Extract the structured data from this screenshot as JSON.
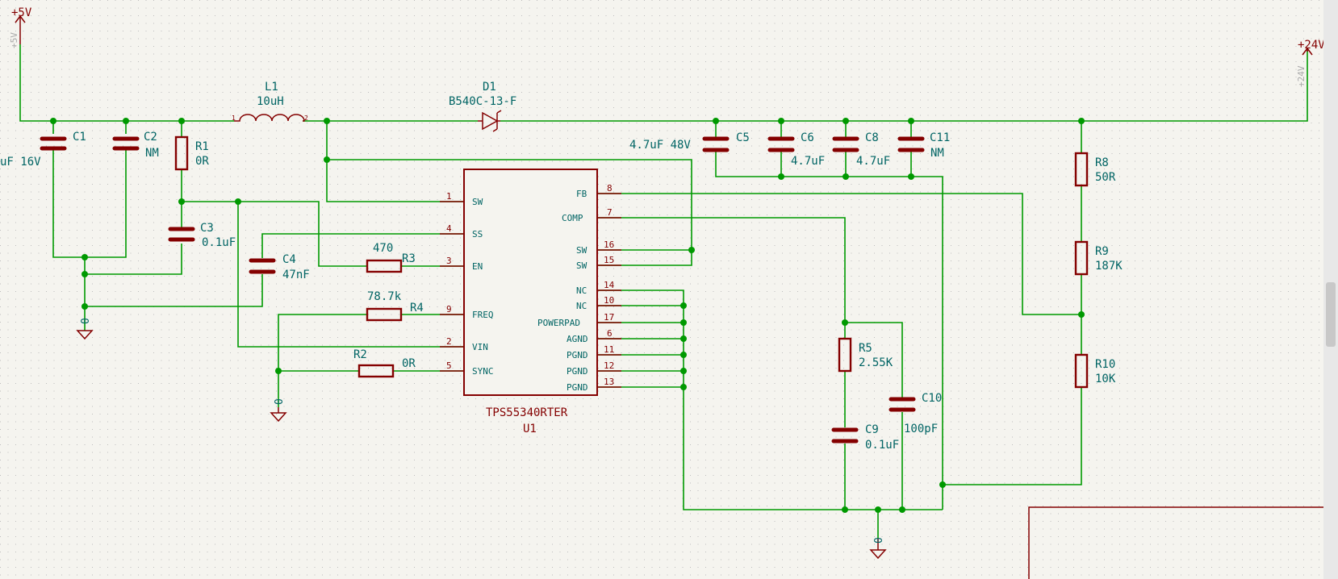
{
  "colors": {
    "background": "#f5f4ef",
    "wire": "#009900",
    "component": "#840000",
    "label": "#006464",
    "grid": "#c6c6c6"
  },
  "power": {
    "plus5v": {
      "label": "+5V",
      "faint": "+5V"
    },
    "plus24v": {
      "label": "+24V",
      "faint": "+24V"
    },
    "gnd_left": "0",
    "gnd_mid": "0",
    "gnd_bottom": "0"
  },
  "components": {
    "C1": {
      "ref": "C1",
      "value": "uF 16V"
    },
    "C2": {
      "ref": "C2",
      "value": "NM"
    },
    "R1": {
      "ref": "R1",
      "value": "0R"
    },
    "L1": {
      "ref": "L1",
      "value": "10uH",
      "pin1": "1",
      "pin2": "2"
    },
    "D1": {
      "ref": "D1",
      "value": "B540C-13-F"
    },
    "C3": {
      "ref": "C3",
      "value": "0.1uF"
    },
    "C4": {
      "ref": "C4",
      "value": "47nF"
    },
    "R3": {
      "ref": "R3",
      "value": "470"
    },
    "R4": {
      "ref": "R4",
      "value": "78.7k"
    },
    "R2": {
      "ref": "R2",
      "value": "0R"
    },
    "C5": {
      "ref": "C5",
      "value": "4.7uF 48V"
    },
    "C6": {
      "ref": "C6",
      "value": "4.7uF"
    },
    "C8": {
      "ref": "C8",
      "value": "4.7uF"
    },
    "C11": {
      "ref": "C11",
      "value": "NM"
    },
    "R8": {
      "ref": "R8",
      "value": "50R"
    },
    "R9": {
      "ref": "R9",
      "value": "187K"
    },
    "R10": {
      "ref": "R10",
      "value": "10K"
    },
    "R5": {
      "ref": "R5",
      "value": "2.55K"
    },
    "C9": {
      "ref": "C9",
      "value": "0.1uF"
    },
    "C10": {
      "ref": "C10",
      "value": "100pF"
    }
  },
  "ic": {
    "part": "TPS55340RTER",
    "ref": "U1",
    "left_pins": [
      {
        "num": "1",
        "name": "SW"
      },
      {
        "num": "4",
        "name": "SS"
      },
      {
        "num": "3",
        "name": "EN"
      },
      {
        "num": "9",
        "name": "FREQ"
      },
      {
        "num": "2",
        "name": "VIN"
      },
      {
        "num": "5",
        "name": "SYNC"
      }
    ],
    "right_pins": [
      {
        "num": "8",
        "name": "FB"
      },
      {
        "num": "7",
        "name": "COMP"
      },
      {
        "num": "16",
        "name": "SW"
      },
      {
        "num": "15",
        "name": "SW"
      },
      {
        "num": "14",
        "name": "NC"
      },
      {
        "num": "10",
        "name": "NC"
      },
      {
        "num": "17",
        "name": "POWERPAD"
      },
      {
        "num": "6",
        "name": "AGND"
      },
      {
        "num": "11",
        "name": "PGND"
      },
      {
        "num": "12",
        "name": "PGND"
      },
      {
        "num": "13",
        "name": "PGND"
      }
    ]
  }
}
